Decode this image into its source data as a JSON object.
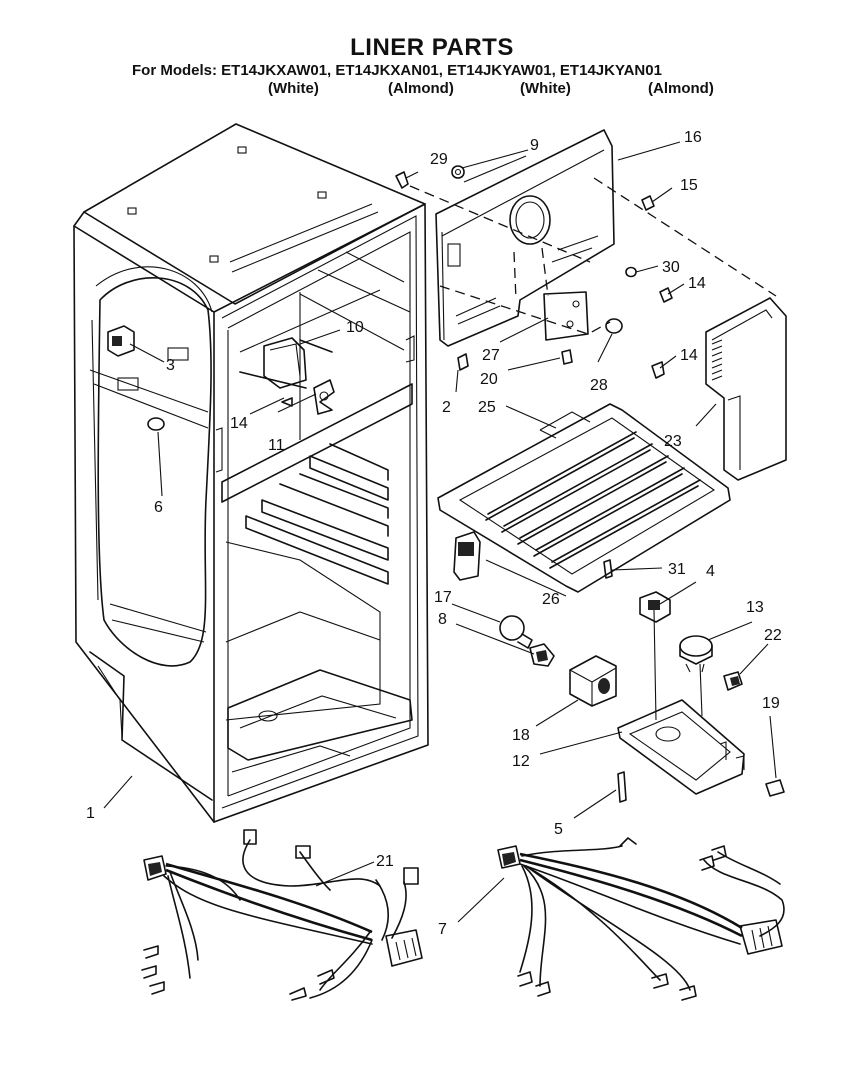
{
  "title": "LINER PARTS",
  "models_line": "For Models: ET14JKXAW01, ET14JKXAN01, ET14JKYAW01, ET14JKYAN01",
  "colors": [
    "(White)",
    "(Almond)",
    "(White)",
    "(Almond)"
  ],
  "callouts": {
    "p1": "1",
    "p2": "2",
    "p3": "3",
    "p4": "4",
    "p5": "5",
    "p6": "6",
    "p7": "7",
    "p8": "8",
    "p9": "9",
    "p10": "10",
    "p11": "11",
    "p12": "12",
    "p13": "13",
    "p14a": "14",
    "p14b": "14",
    "p14c": "14",
    "p15": "15",
    "p16": "16",
    "p17": "17",
    "p18": "18",
    "p19": "19",
    "p20": "20",
    "p21": "21",
    "p22": "22",
    "p23": "23",
    "p25": "25",
    "p26": "26",
    "p27": "27",
    "p28": "28",
    "p29": "29",
    "p30": "30",
    "p31": "31"
  }
}
